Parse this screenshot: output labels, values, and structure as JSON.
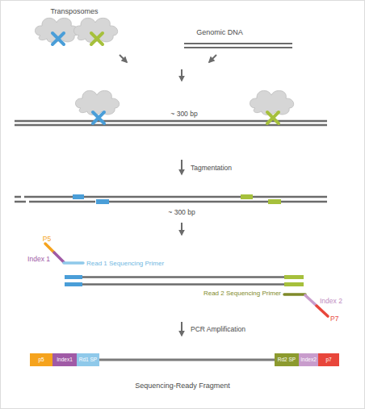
{
  "diagram": {
    "nodes": [
      {
        "text": [
          "p5"
        ]
      },
      {
        "text": [
          "Index1"
        ]
      },
      {
        "text": [
          "Rd1 SP"
        ]
      },
      {
        "text": [
          "Rd2 SP"
        ]
      },
      {
        "text": [
          "Index2"
        ]
      },
      {
        "text": [
          "p7"
        ]
      }
    ],
    "labels": [
      "Transposomes",
      "Genomic DNA",
      "~ 300 bp",
      "Tagmentation",
      "~ 300 bp",
      "P5",
      "Index 1",
      "Read 1 Sequencing Primer",
      "Read 2 Sequencing Primer",
      "Index 2",
      "P7",
      "PCR Amplification",
      "Sequencing-Ready Fragment"
    ]
  }
}
